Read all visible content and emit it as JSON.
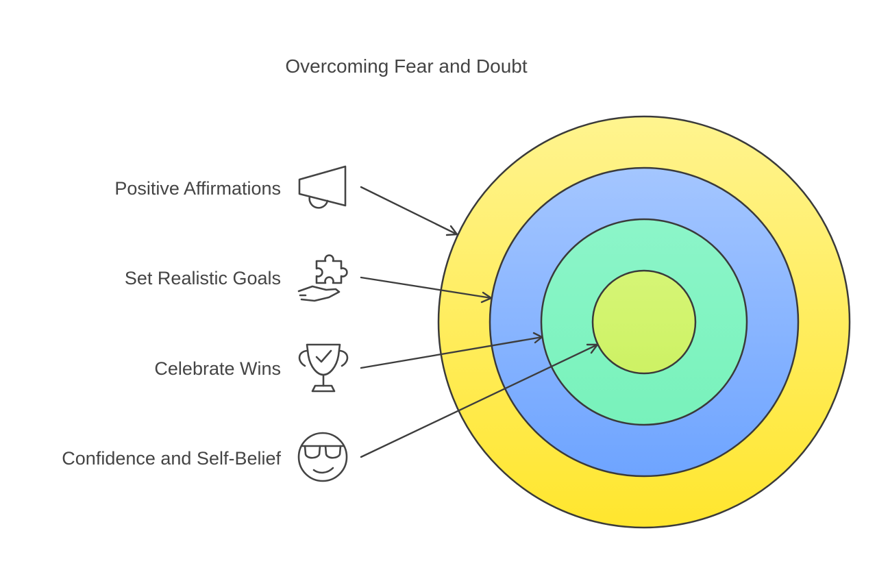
{
  "title": "Overcoming Fear and Doubt",
  "items": [
    {
      "label": "Positive Affirmations",
      "icon": "megaphone-icon"
    },
    {
      "label": "Set Realistic Goals",
      "icon": "puzzle-hand-icon"
    },
    {
      "label": "Celebrate Wins",
      "icon": "trophy-check-icon"
    },
    {
      "label": "Confidence and Self-Belief",
      "icon": "sunglasses-face-icon"
    }
  ],
  "colors": {
    "outer_ring": "#fde047",
    "second_ring": "#7fb0ff",
    "third_ring": "#7ff5c0",
    "center": "#d4f56e",
    "text": "#444444",
    "outline": "#3a3a3a"
  }
}
